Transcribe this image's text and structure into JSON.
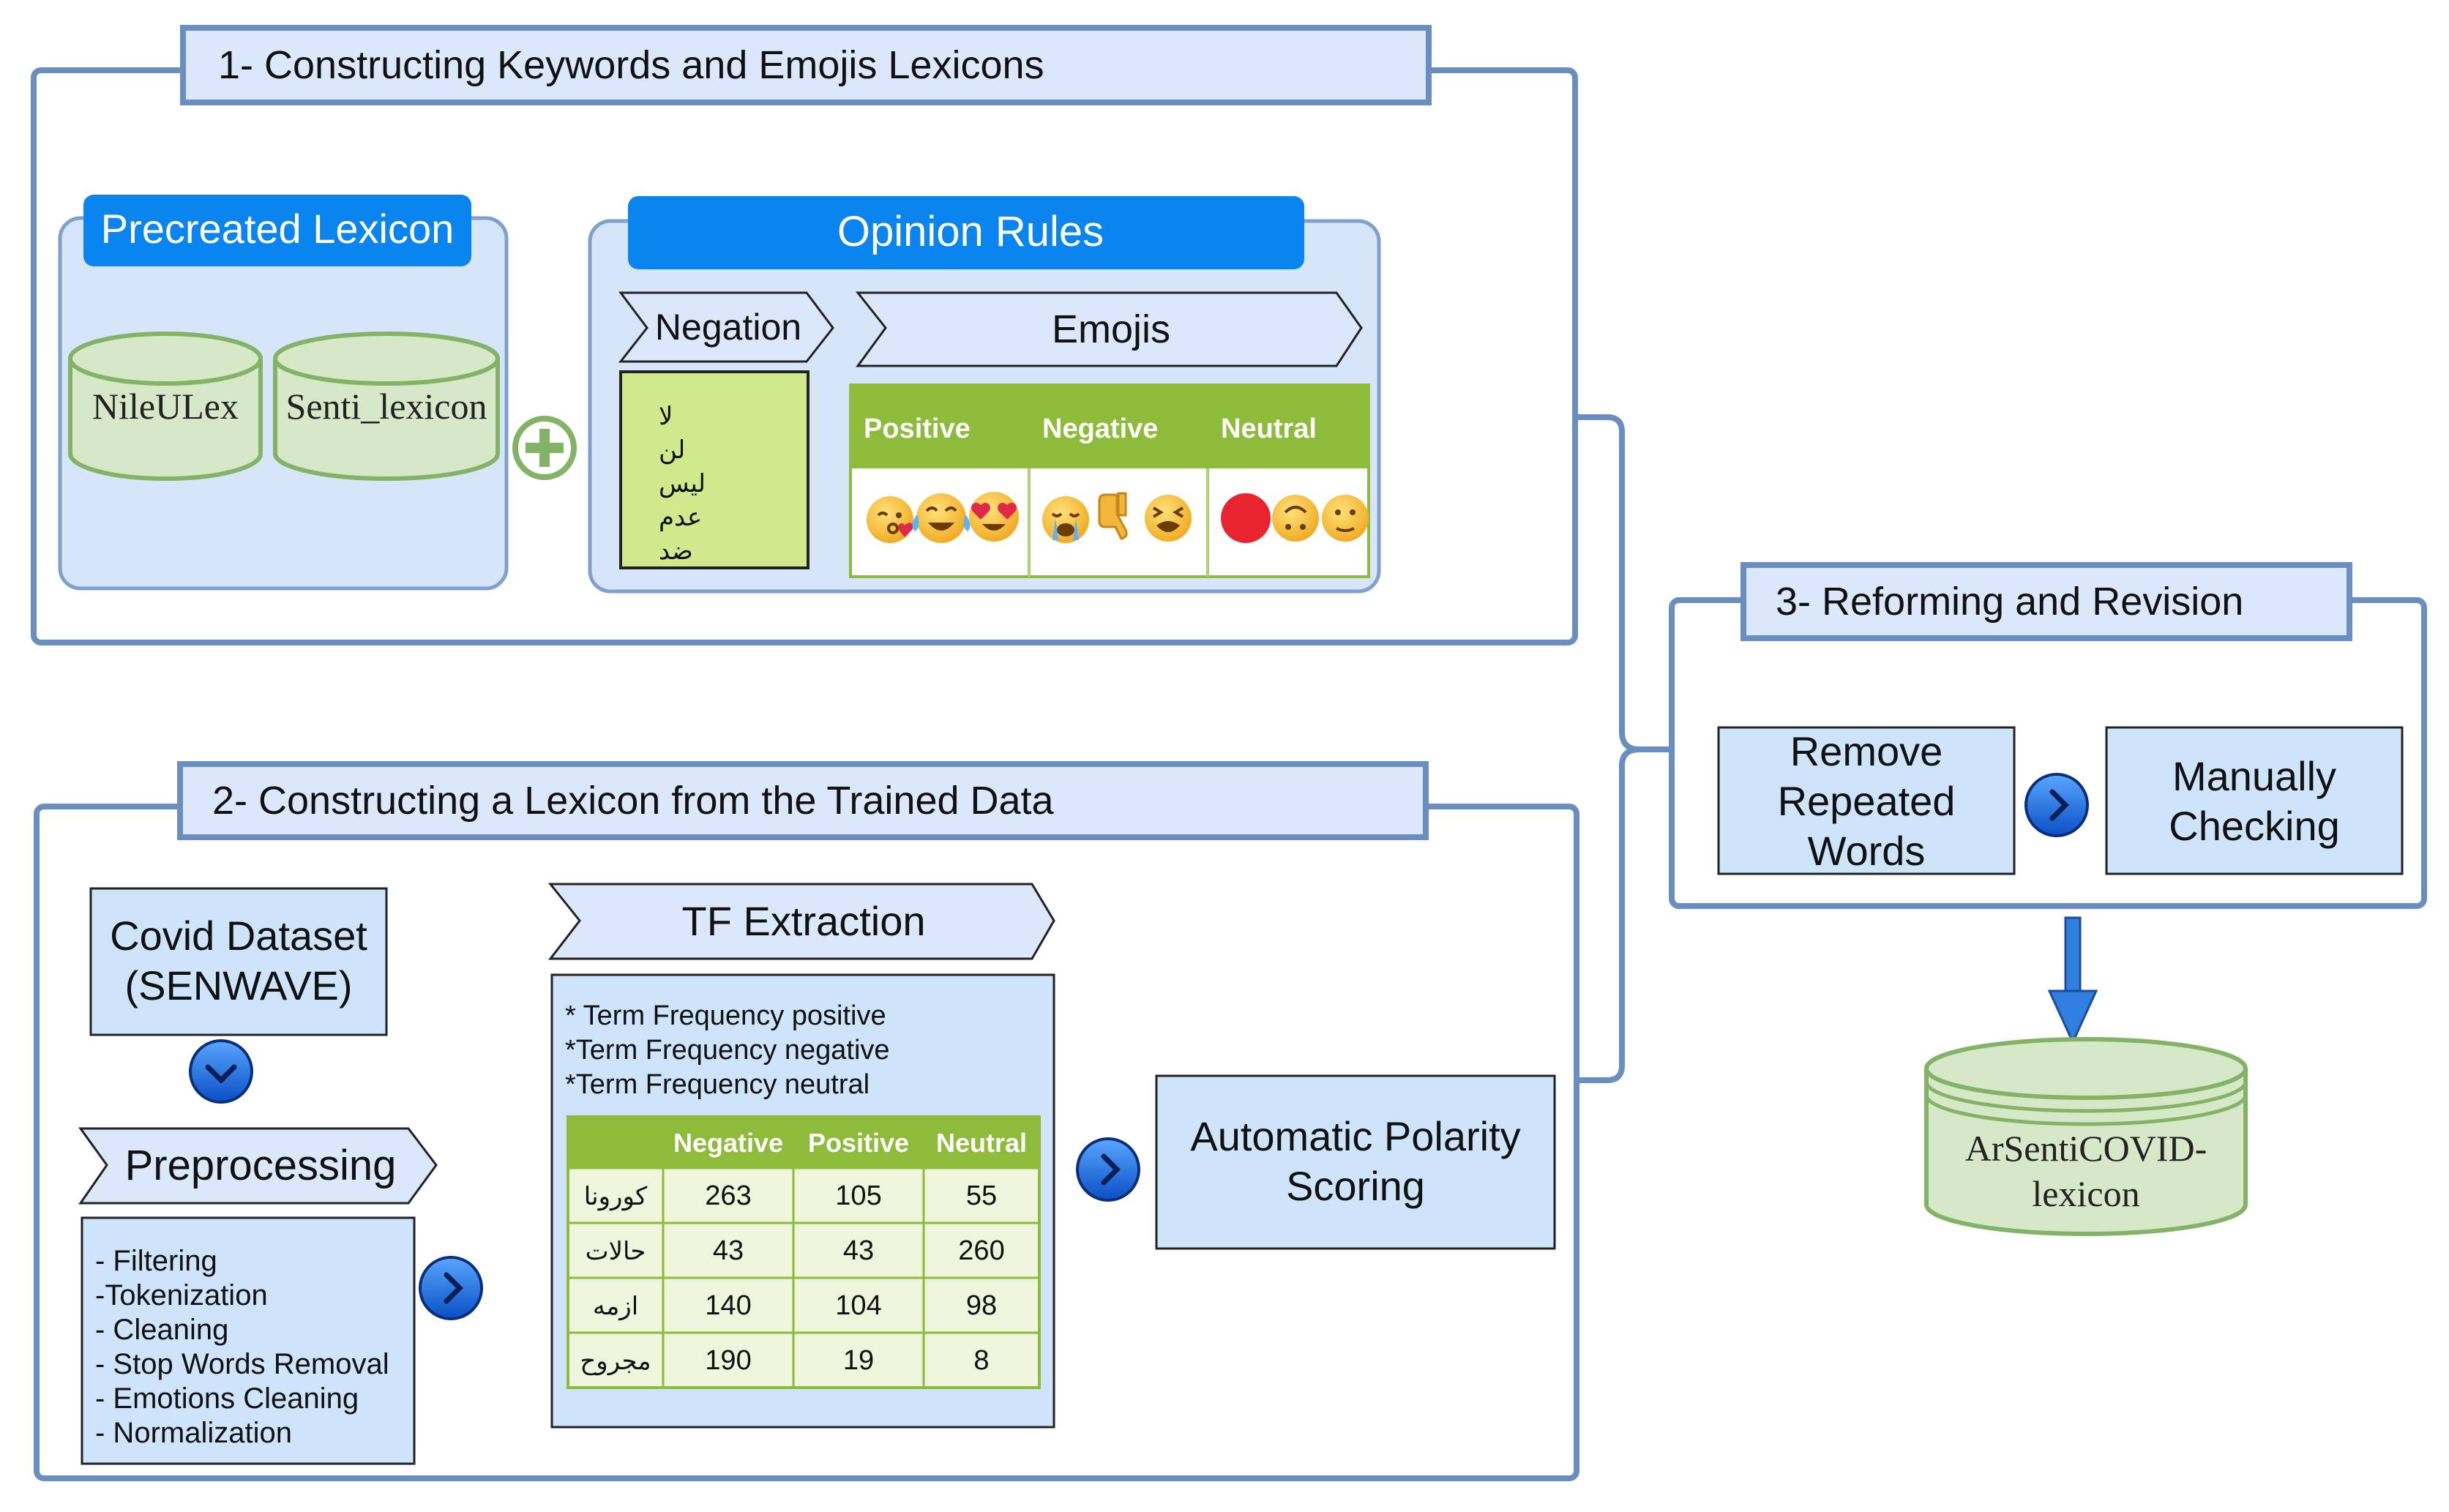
{
  "section1": {
    "title": "1- Constructing Keywords and Emojis Lexicons",
    "precreated": {
      "title": "Precreated Lexicon",
      "db1": "NileULex",
      "db2": "Senti_lexicon"
    },
    "opinion": {
      "title": "Opinion Rules",
      "negation_label": "Negation",
      "negation_words": [
        "لا",
        "لن",
        "ليس",
        "عدم",
        "ضد"
      ],
      "emojis_label": "Emojis",
      "emoji_headers": [
        "Positive",
        "Negative",
        "Neutral"
      ],
      "emoji_icons": [
        [
          "kissing-face",
          "tears-of-joy-face",
          "heart-eyes-face"
        ],
        [
          "crying-face",
          "thumbs-down",
          "tired-face"
        ],
        [
          "red-circle",
          "upside-down-face",
          "neutral-face"
        ]
      ]
    }
  },
  "section2": {
    "title": "2- Constructing a Lexicon from the Trained Data",
    "dataset": [
      "Covid Dataset",
      "(SENWAVE)"
    ],
    "preprocessing_label": "Preprocessing",
    "preprocessing_steps": [
      "- Filtering",
      "-Tokenization",
      "- Cleaning",
      "- Stop Words Removal",
      "- Emotions Cleaning",
      "- Normalization"
    ],
    "tf_label": "TF Extraction",
    "tf_notes": [
      "* Term Frequency positive",
      "*Term Frequency negative",
      "*Term Frequency neutral"
    ],
    "tf_table": {
      "headers": [
        "",
        "Negative",
        "Positive",
        "Neutral"
      ],
      "rows": [
        [
          "كورونا",
          "263",
          "105",
          "55"
        ],
        [
          "حالات",
          "43",
          "43",
          "260"
        ],
        [
          "ازمه",
          "140",
          "104",
          "98"
        ],
        [
          "مجروح",
          "190",
          "19",
          "8"
        ]
      ]
    },
    "scoring": [
      "Automatic Polarity",
      "Scoring"
    ]
  },
  "section3": {
    "title": "3- Reforming and Revision",
    "remove": [
      "Remove",
      "Repeated",
      "Words"
    ],
    "manual": [
      "Manually",
      "Checking"
    ]
  },
  "output_db": [
    "ArSentiCOVID-",
    "lexicon"
  ],
  "colors": {
    "frame": "#6a8ec0",
    "light_blue": "#cde4fb",
    "bright_blue": "#0a84ee",
    "green_fill": "#d6e8c8",
    "green_stroke": "#82b366",
    "table_green": "#8dbb3a",
    "negation_fill": "#cfe98c",
    "arrow_blue": "#2f7fe0"
  }
}
